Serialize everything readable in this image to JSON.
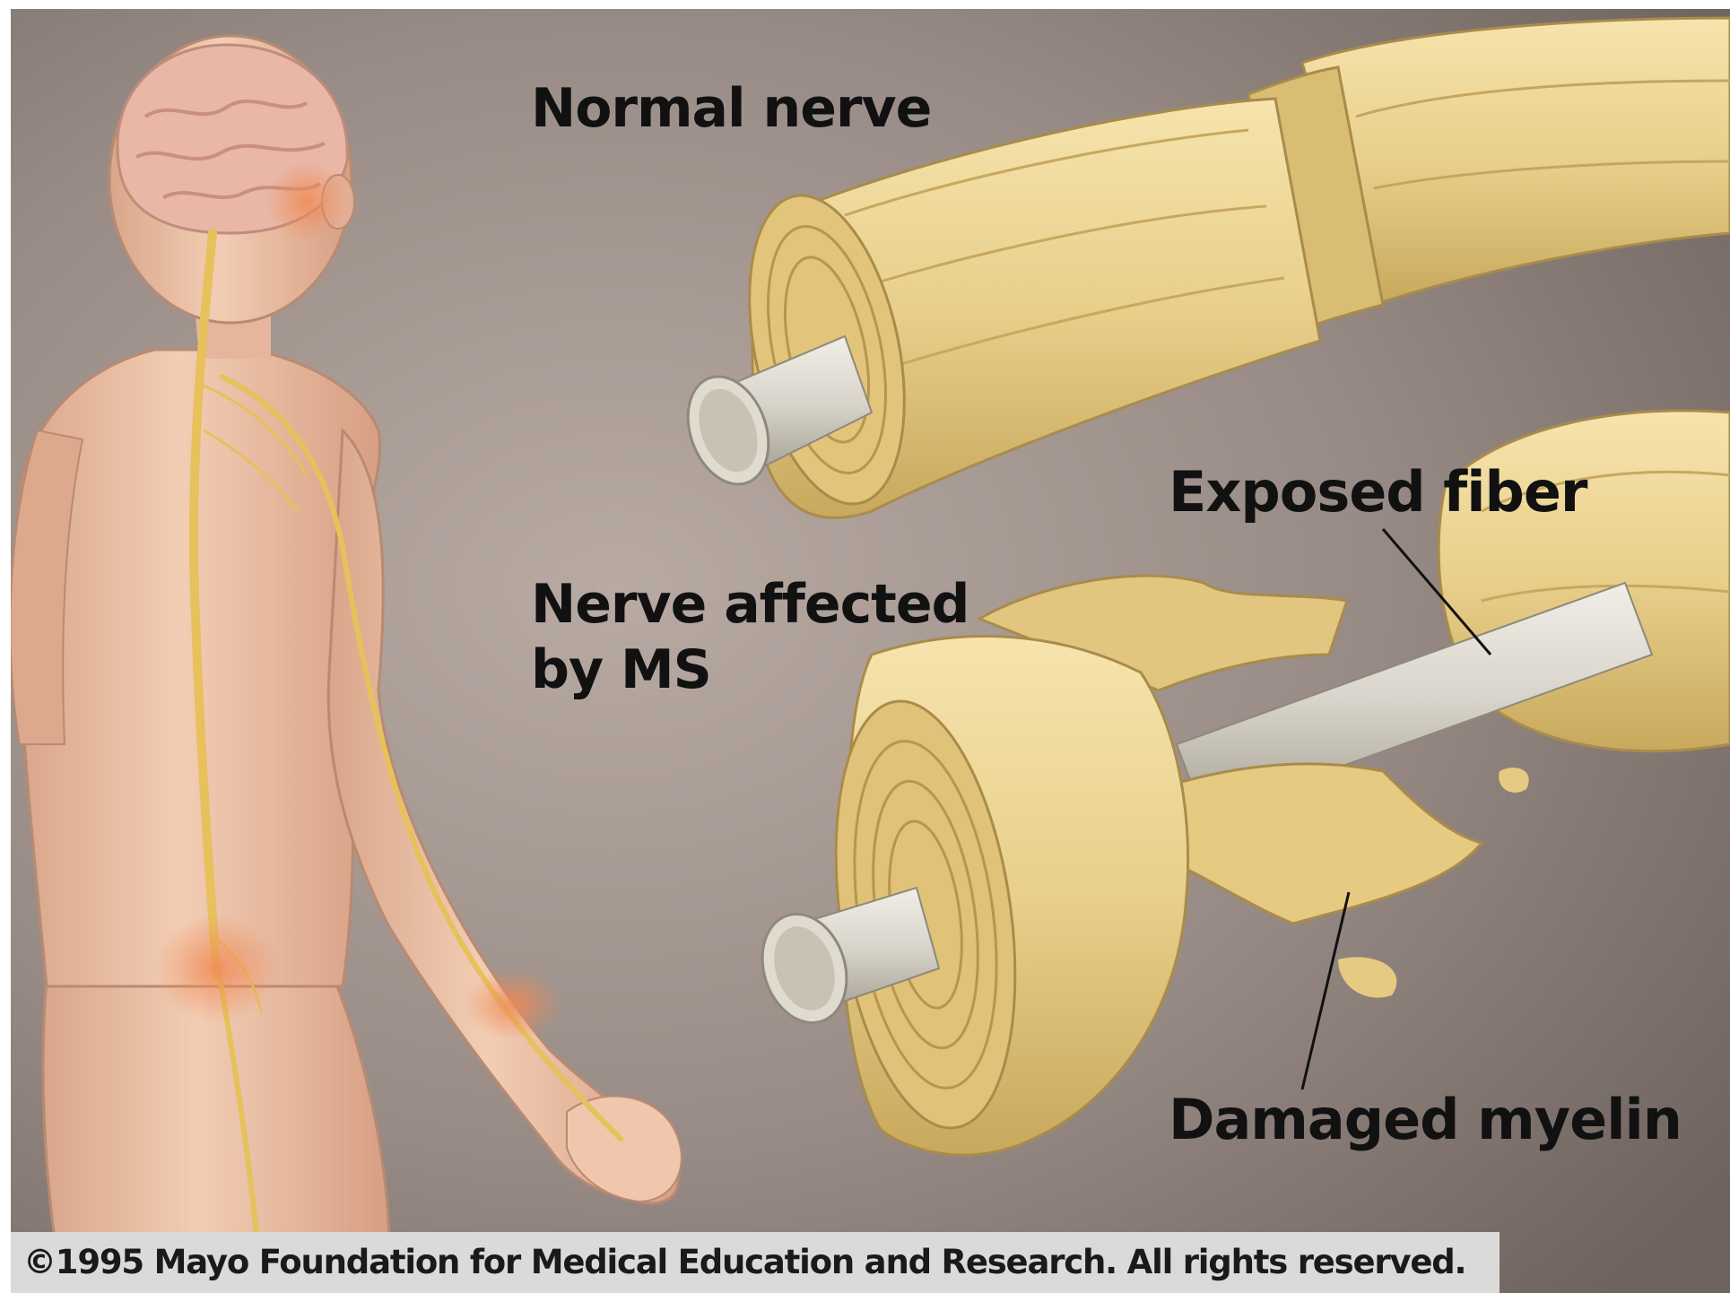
{
  "labels": {
    "normal_nerve": "Normal nerve",
    "affected_line1": "Nerve affected",
    "affected_line2": "by MS",
    "exposed_fiber": "Exposed fiber",
    "damaged_myelin": "Damaged myelin"
  },
  "copyright": "©1995 Mayo Foundation for Medical Education and Research. All rights reserved.",
  "colors": {
    "background": "#8f8682",
    "myelin": "#e8cf8a",
    "axon": "#d8d4cb",
    "skin": "#e9b99c",
    "nerve": "#e6c15c",
    "label_text": "#111111"
  }
}
